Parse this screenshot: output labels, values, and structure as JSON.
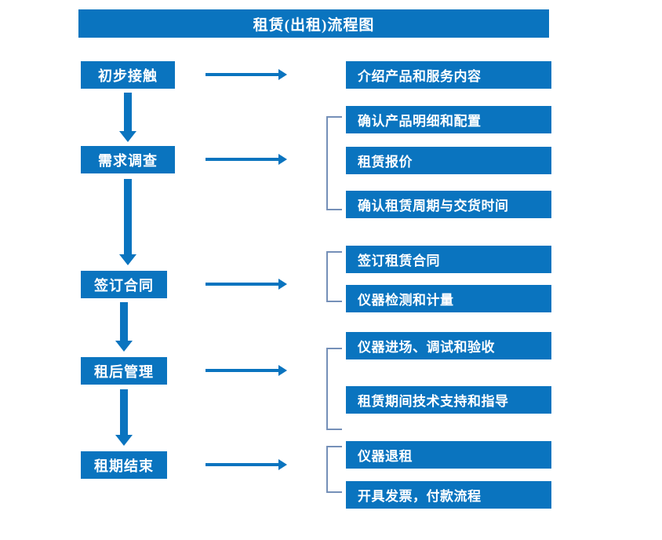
{
  "diagram": {
    "title": "租赁(出租)流程图",
    "accent_color": "#0a74bf",
    "bracket_color": "#7590b8",
    "text_color": "#ffffff",
    "background_color": "#ffffff"
  },
  "stages": [
    {
      "label": "初步接触"
    },
    {
      "label": "需求调查"
    },
    {
      "label": "签订合同"
    },
    {
      "label": "租后管理"
    },
    {
      "label": "租期结束"
    }
  ],
  "details": [
    {
      "label": "介绍产品和服务内容"
    },
    {
      "label": "确认产品明细和配置"
    },
    {
      "label": "租赁报价"
    },
    {
      "label": "确认租赁周期与交货时间"
    },
    {
      "label": "签订租赁合同"
    },
    {
      "label": "仪器检测和计量"
    },
    {
      "label": "仪器进场、调试和验收"
    },
    {
      "label": "租赁期间技术支持和指导"
    },
    {
      "label": "仪器退租"
    },
    {
      "label": "开具发票，付款流程"
    }
  ],
  "groups": [
    {
      "stage": "需求调查",
      "detail_labels": [
        "确认产品明细和配置",
        "租赁报价",
        "确认租赁周期与交货时间"
      ]
    },
    {
      "stage": "签订合同",
      "detail_labels": [
        "签订租赁合同",
        "仪器检测和计量"
      ]
    },
    {
      "stage": "租后管理",
      "detail_labels": [
        "仪器进场、调试和验收",
        "租赁期间技术支持和指导"
      ]
    },
    {
      "stage": "租期结束",
      "detail_labels": [
        "仪器退租",
        "开具发票，付款流程"
      ]
    }
  ],
  "flow_order": [
    "初步接触",
    "需求调查",
    "签订合同",
    "租后管理",
    "租期结束"
  ]
}
